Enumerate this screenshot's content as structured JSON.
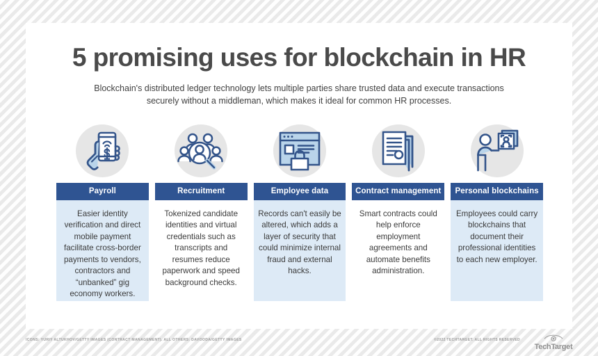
{
  "page": {
    "title": "5 promising uses for blockchain in HR",
    "subtitle": "Blockchain's distributed ledger technology lets multiple parties share trusted data and execute transactions securely without a middleman, which makes it ideal for common HR processes."
  },
  "colors": {
    "header_navy": "#2f5492",
    "body_tint": "#ddeaf6",
    "icon_circle": "#e6e6e6",
    "icon_stroke": "#33548a",
    "icon_fill": "#b9d4ea",
    "title_gray": "#4a4a4a",
    "page_bg": "#f2f2f2"
  },
  "columns": [
    {
      "icon": "hand-holding-phone-payment-icon",
      "header": "Payroll",
      "body": "Easier identity verification and direct mobile payment facilitate cross-border payments to vendors, contractors and “unbanked” gig economy workers.",
      "tinted": true
    },
    {
      "icon": "people-magnifying-glass-icon",
      "header": "Recruitment",
      "body": "Tokenized candidate identities and virtual credentials such as transcripts and resumes reduce paperwork and speed background checks.",
      "tinted": false
    },
    {
      "icon": "browser-window-lock-icon",
      "header": "Employee data",
      "body": "Records can't easily be altered, which adds a layer of security that could minimize internal fraud and external hacks.",
      "tinted": true
    },
    {
      "icon": "stacked-documents-seal-icon",
      "header": "Contract management",
      "body": "Smart contracts could help enforce employment agreements and automate benefits administration.",
      "tinted": false
    },
    {
      "icon": "person-holding-id-card-icon",
      "header": "Personal blockchains",
      "body": "Employees could carry blockchains that document their professional identities to each new employer.",
      "tinted": true
    }
  ],
  "footer": {
    "credit": "ICONS: YURIY ALTUKHOV/GETTY IMAGES (CONTRACT MANAGEMENT). ALL OTHERS: DAVOODA/GETTY IMAGES",
    "copyright": "©2022 TECHTARGET. ALL RIGHTS RESERVED",
    "logo_text": "TechTarget"
  }
}
